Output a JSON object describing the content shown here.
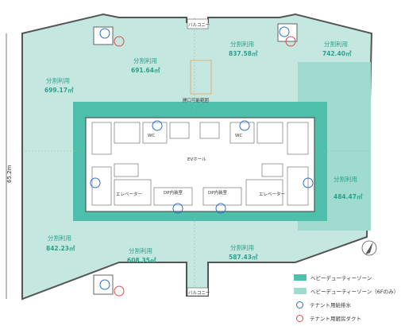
{
  "dimension": {
    "label": "65.2m"
  },
  "areas": [
    {
      "label": "分割利用",
      "value": "699.17㎡"
    },
    {
      "label": "分割利用",
      "value": "691.64㎡"
    },
    {
      "label": "分割利用",
      "value": "837.58㎡"
    },
    {
      "label": "分割利用",
      "value": "742.40㎡"
    },
    {
      "label": "分割利用",
      "value": "484.47㎡"
    },
    {
      "label": "分割利用",
      "value": "842.23㎡"
    },
    {
      "label": "分割利用",
      "value": "608.35㎡"
    },
    {
      "label": "分割利用",
      "value": "587.43㎡"
    }
  ],
  "labels": {
    "balcony_top": "バルコニー",
    "balcony_bottom": "バルコニー",
    "opening": "開口可能範囲",
    "ev_hall": "EVホール",
    "wc_left": "WC",
    "wc_right": "WC",
    "elevator_hall_left": "エレベーター",
    "elevator_hall_right": "エレベーター",
    "dp_left": "DP内装室",
    "dp_right": "DP内装室"
  },
  "legend": [
    {
      "label": "ヘビーデューティーゾーン",
      "color": "#4dbfaa",
      "kind": "swatch"
    },
    {
      "label": "ヘビーデューティーゾーン（6Fのみ）",
      "color": "#9fdccf",
      "kind": "swatch"
    },
    {
      "label": "テナント用給排水",
      "color": "#2d6fd0",
      "kind": "circle"
    },
    {
      "label": "テナント用厨房ダクト",
      "color": "#e04a4a",
      "kind": "circle"
    }
  ],
  "colors": {
    "floor": "#c4e8e0",
    "heavy": "#4dbfaa",
    "heavy6f": "#9fdccf",
    "outline": "#555555",
    "core": "#ffffff"
  }
}
